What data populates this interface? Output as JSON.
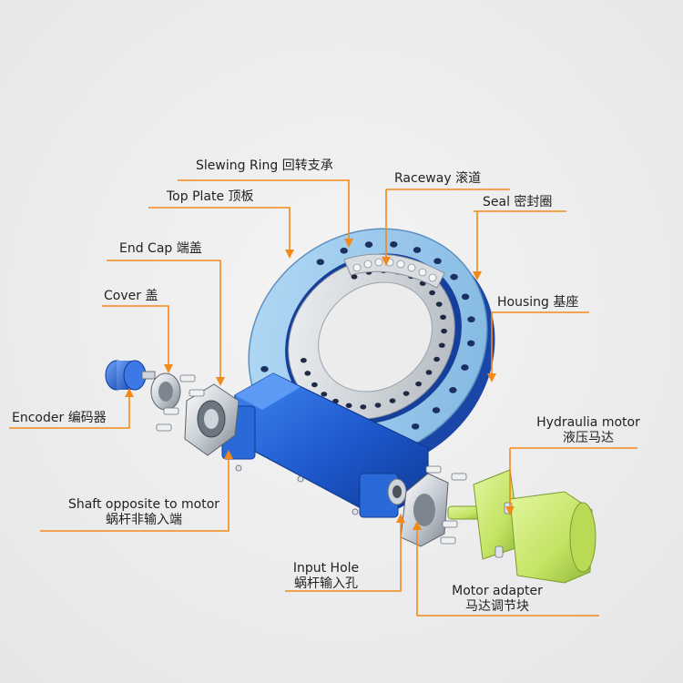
{
  "colors": {
    "leader": "#f28a1b",
    "ring_blue": "#8fc3ea",
    "housing_blue": "#1f5fd0",
    "motor_green": "#c9e86a"
  },
  "labels": {
    "slewing_ring": "Slewing Ring  回转支承",
    "raceway": "Raceway  滚道",
    "top_plate": "Top Plate  顶板",
    "seal": "Seal  密封圈",
    "end_cap": "End Cap  端盖",
    "cover": "Cover  盖",
    "housing": "Housing  基座",
    "encoder": "Encoder  编码器",
    "hydraulic_motor_en": "Hydraulia motor",
    "hydraulic_motor_cn": "液压马达",
    "shaft_opposite_en": "Shaft opposite to motor",
    "shaft_opposite_cn": "蜗杆非输入端",
    "input_hole_en": "Input Hole",
    "input_hole_cn": "蜗杆输入孔",
    "motor_adapter_en": "Motor adapter",
    "motor_adapter_cn": "马达调节块"
  }
}
